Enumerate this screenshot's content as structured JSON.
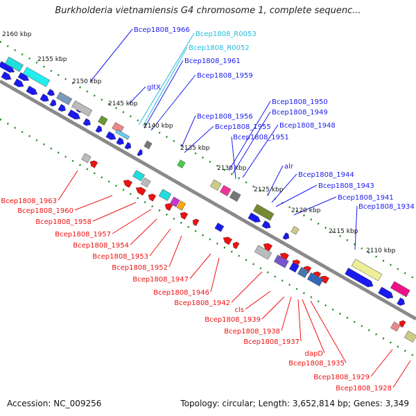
{
  "title": "Burkholderia vietnamiensis G4 chromosome 1, complete sequenc...",
  "footer": {
    "accession": "Accession: NC_009256",
    "stats": "Topology: circular; Length: 3,652,814 bp; Genes: 3,349"
  },
  "colors": {
    "forward_gene": "#1a1aee",
    "reverse_gene": "#ee1111",
    "rna_label": "#22bbdd",
    "backbone": "#888888",
    "tick_green": "#118811"
  },
  "kbp_ticks": [
    "2160 kbp",
    "2155 kbp",
    "2150 kbp",
    "2145 kbp",
    "2140 kbp",
    "2135 kbp",
    "2130 kbp",
    "2125 kbp",
    "2120 kbp",
    "2115 kbp",
    "2110 kbp"
  ],
  "top_labels": [
    "Bcep1808_1966",
    "Bcep1808_R0053",
    "Bcep1808_R0052",
    "Bcep1808_1961",
    "gltX",
    "Bcep1808_1959",
    "Bcep1808_1956",
    "Bcep1808_1955",
    "Bcep1808_1950",
    "Bcep1808_1949",
    "Bcep1808_1948",
    "Bcep1808_1951",
    "alr",
    "Bcep1808_1944",
    "Bcep1808_1943",
    "Bcep1808_1941",
    "Bcep1808_1934"
  ],
  "bottom_labels": [
    "Bcep1808_1963",
    "Bcep1808_1960",
    "Bcep1808_1958",
    "Bcep1808_1957",
    "Bcep1808_1954",
    "Bcep1808_1953",
    "Bcep1808_1952",
    "Bcep1808_1947",
    "Bcep1808_1946",
    "Bcep1808_1942",
    "cls",
    "Bcep1808_1939",
    "Bcep1808_1938",
    "Bcep1808_1937",
    "dapD",
    "Bcep1808_1935",
    "Bcep1808_1929",
    "Bcep1808_1928"
  ]
}
